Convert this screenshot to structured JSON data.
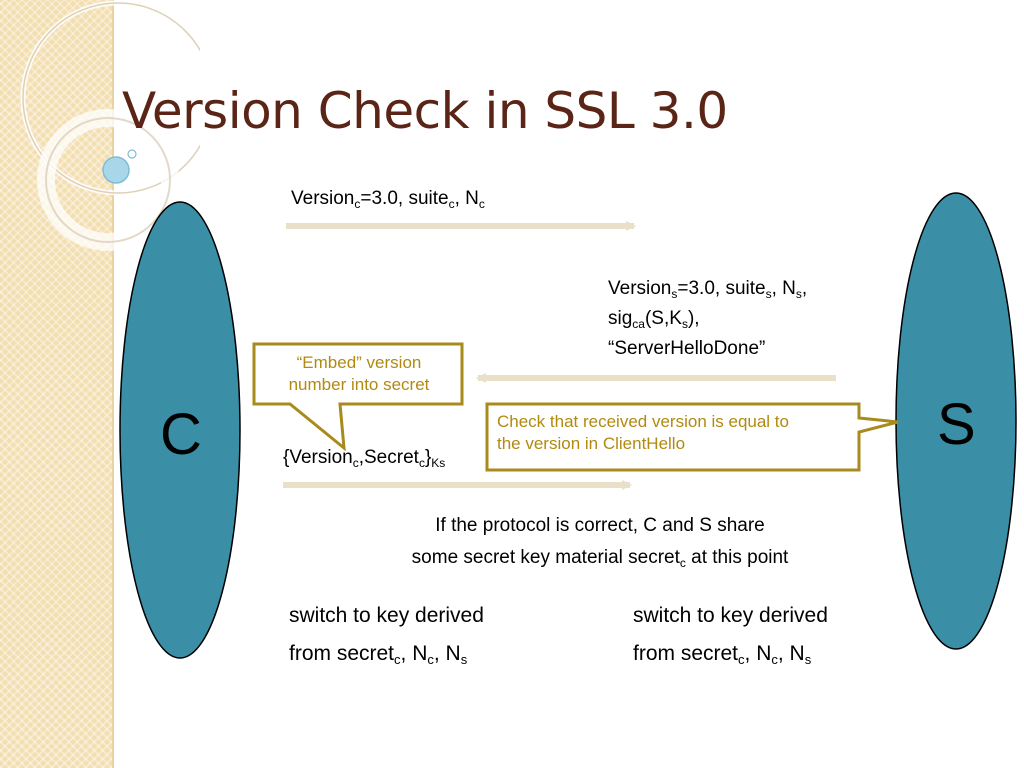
{
  "title": "Version Check in SSL 3.0",
  "parties": {
    "client": "C",
    "server": "S"
  },
  "messages": {
    "client_hello": {
      "version": "Version",
      "version_sub": "c",
      "part1": "=3.0, suite",
      "suite_sub": "c",
      "part2": ", N",
      "nonce_sub": "c"
    },
    "server_hello": {
      "version": "Version",
      "version_sub": "s",
      "part1": "=3.0, suite",
      "suite_sub": "s",
      "part2": ", N",
      "nonce_sub": "s",
      "part3": ",",
      "sig": "sig",
      "sig_sub": "ca",
      "sig_args_1": "(S,K",
      "sig_args_sub": "s",
      "sig_args_2": "),",
      "done": "“ServerHelloDone”"
    },
    "key_exchange": {
      "open": "{Version",
      "version_sub": "c",
      "mid": ",Secret",
      "secret_sub": "c",
      "close": "}",
      "key_sub": "Ks"
    }
  },
  "callouts": {
    "embed": [
      "“Embed” version",
      "number into secret"
    ],
    "check": [
      "Check that received version is equal to",
      "the version in ClientHello"
    ]
  },
  "shared_secret": {
    "line1": "If the protocol is correct, C and S share",
    "line2_a": "some secret key material secret",
    "line2_sub": "c",
    "line2_b": " at this point"
  },
  "switch_left": {
    "line1": "switch to key derived",
    "line2_a": "from secret",
    "sub1": "c",
    "line2_b": ", N",
    "sub2": "c",
    "line2_c": ", N",
    "sub3": "s"
  },
  "switch_right": {
    "line1": "switch to key derived",
    "line2_a": "from secret",
    "sub1": "c",
    "line2_b": ", N",
    "sub2": "c",
    "line2_c": ", N",
    "sub3": "s"
  },
  "colors": {
    "title": "#5a2416",
    "ellipse_fill": "#3a8ea6",
    "arrow": "#eadfc8",
    "callout_border": "#a98a1c",
    "callout_text": "#b18a12",
    "stripe": "#f3deb0"
  }
}
